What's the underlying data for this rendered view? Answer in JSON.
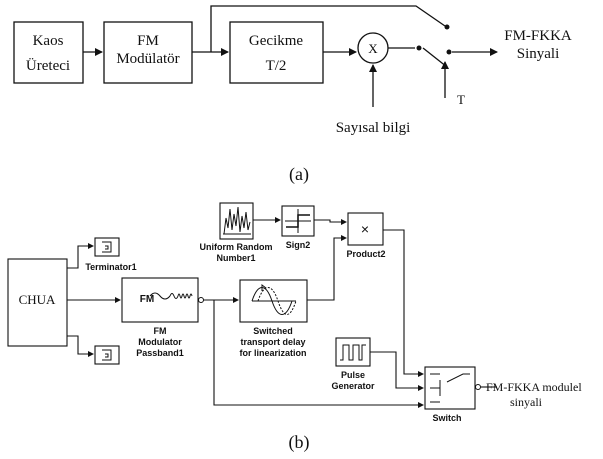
{
  "diagram_a": {
    "chaos_generator": [
      "Kaos",
      "Üreteci"
    ],
    "fm_modulator": [
      "FM",
      "Modülatör"
    ],
    "delay": [
      "Gecikme",
      "T/2"
    ],
    "multiplier_symbol": "X",
    "switch_label": "T",
    "output_label": [
      "FM-FKKA",
      "Sinyali"
    ],
    "digital_info_label": "Sayısal bilgi",
    "caption": "(a)"
  },
  "diagram_b": {
    "chua": "CHUA",
    "terminator": "Terminator1",
    "fm_block_text": "FM",
    "fm_passband": [
      "FM",
      "Modulator",
      "Passband1"
    ],
    "uniform_random": [
      "Uniform Random",
      "Number1"
    ],
    "sign": "Sign2",
    "product_symbol": "×",
    "product": "Product2",
    "transport_delay": [
      "Switched",
      "transport delay",
      "for linearization"
    ],
    "pulse_generator": [
      "Pulse",
      "Generator"
    ],
    "switch": "Switch",
    "output_label": [
      "FM-FKKA modulel",
      "sinyali"
    ],
    "caption": "(b)"
  }
}
